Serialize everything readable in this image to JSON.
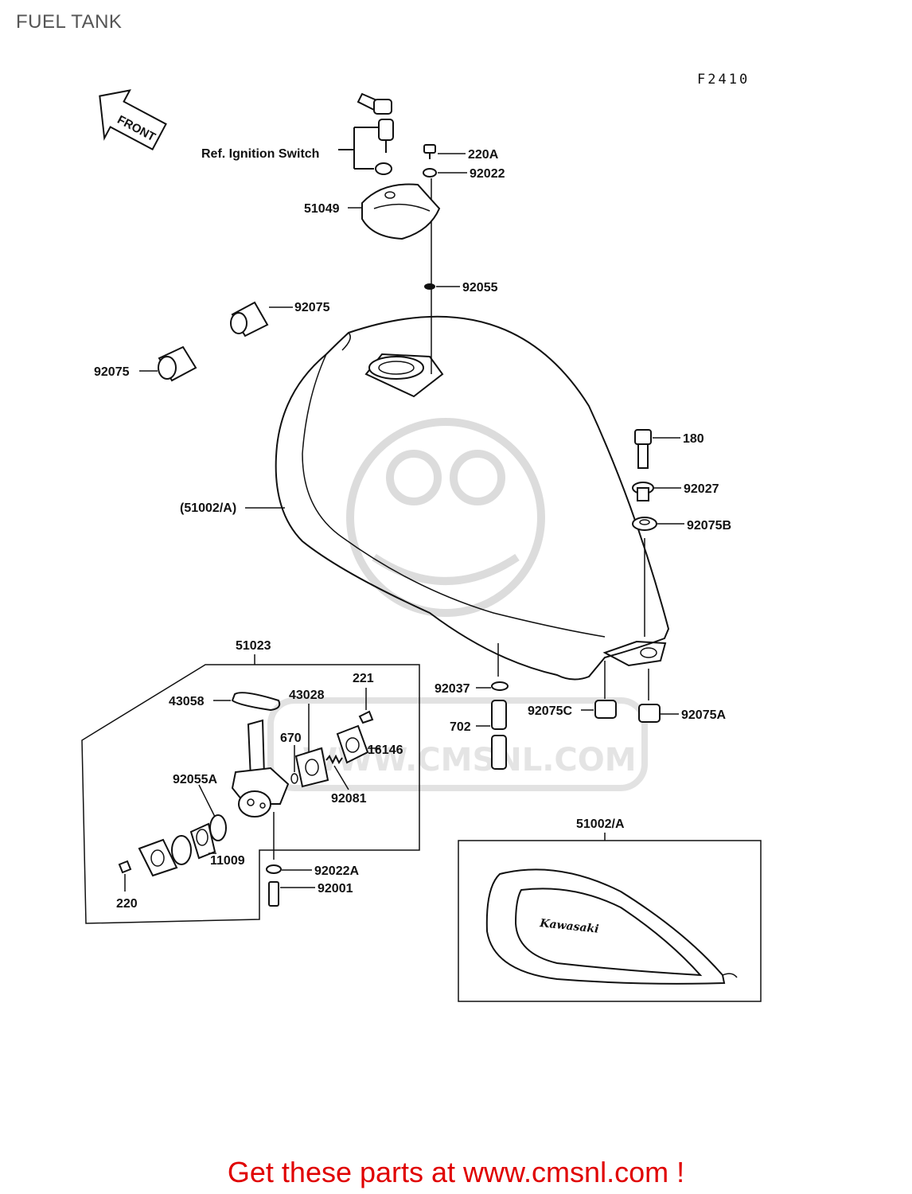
{
  "title": "FUEL TANK",
  "figure_code": "F2410",
  "front_label": "FRONT",
  "ref_note": "Ref. Ignition Switch",
  "brand_mark": "Kawasaki",
  "watermark": "WWW.CMSNL.COM",
  "footer": "Get these parts at www.cmsnl.com !",
  "parts": {
    "p220A": "220A",
    "p92022": "92022",
    "p51049": "51049",
    "p92055": "92055",
    "p92075_a": "92075",
    "p92075_b": "92075",
    "p180": "180",
    "p92027": "92027",
    "p92075B": "92075B",
    "p51002A_paren": "(51002/A)",
    "p51023": "51023",
    "p43058": "43058",
    "p221": "221",
    "p43028": "43028",
    "p670": "670",
    "p16146": "16146",
    "p92055A": "92055A",
    "p92081": "92081",
    "p11009": "11009",
    "p92022A": "92022A",
    "p92001": "92001",
    "p220": "220",
    "p92037": "92037",
    "p702": "702",
    "p92075C": "92075C",
    "p92075A": "92075A",
    "p51002A": "51002/A"
  }
}
